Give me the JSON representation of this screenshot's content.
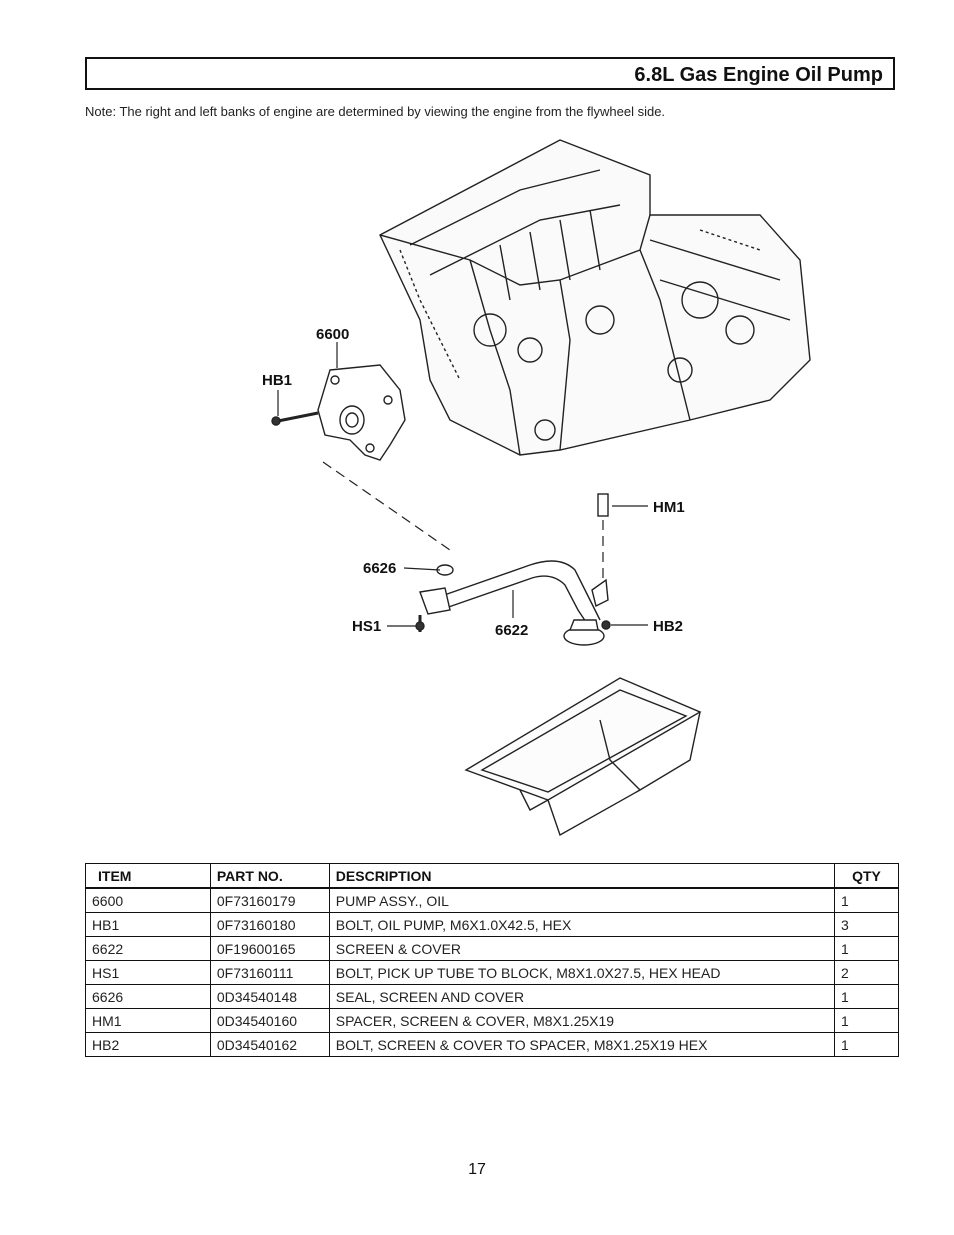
{
  "header": {
    "title": "6.8L Gas Engine Oil Pump"
  },
  "note": "Note: The right and left banks of engine are determined by viewing the engine from the flywheel side.",
  "diagram": {
    "callouts": {
      "c6600": "6600",
      "hb1": "HB1",
      "hm1": "HM1",
      "c6626": "6626",
      "hs1": "HS1",
      "c6622": "6622",
      "hb2": "HB2"
    }
  },
  "table": {
    "headers": {
      "item": "ITEM",
      "part": "PART NO.",
      "desc": "DESCRIPTION",
      "qty": "QTY"
    },
    "rows": [
      {
        "item": "6600",
        "part": "0F73160179",
        "desc": "PUMP ASSY., OIL",
        "qty": "1"
      },
      {
        "item": "HB1",
        "part": "0F73160180",
        "desc": "BOLT, OIL PUMP, M6X1.0X42.5, HEX",
        "qty": "3"
      },
      {
        "item": "6622",
        "part": "0F19600165",
        "desc": "SCREEN & COVER",
        "qty": "1"
      },
      {
        "item": "HS1",
        "part": "0F73160111",
        "desc": "BOLT, PICK UP TUBE TO BLOCK, M8X1.0X27.5, HEX HEAD",
        "qty": "2"
      },
      {
        "item": "6626",
        "part": "0D34540148",
        "desc": "SEAL, SCREEN AND COVER",
        "qty": "1"
      },
      {
        "item": "HM1",
        "part": "0D34540160",
        "desc": "SPACER, SCREEN & COVER, M8X1.25X19",
        "qty": "1"
      },
      {
        "item": "HB2",
        "part": "0D34540162",
        "desc": "BOLT, SCREEN & COVER TO SPACER, M8X1.25X19 HEX",
        "qty": "1"
      }
    ]
  },
  "footer": {
    "page_number": "17"
  }
}
